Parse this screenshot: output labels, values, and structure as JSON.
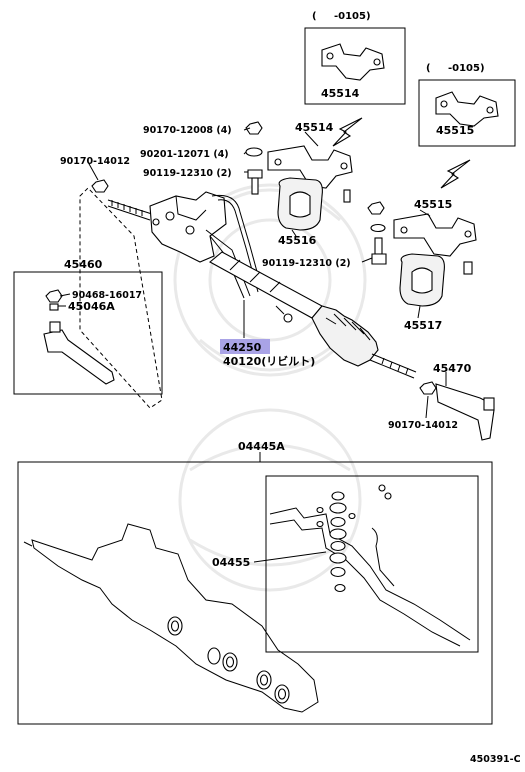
{
  "diagram": {
    "ref_code": "450391-C",
    "callouts": {
      "bracket_date_1": "(     -0105)",
      "bracket_date_2": "(     -0105)",
      "p45514_top": "45514",
      "p45515_top": "45515",
      "p45514": "45514",
      "p45515": "45515",
      "p45516": "45516",
      "p45517": "45517",
      "p90170_12008": "90170-12008 (4)",
      "p90201_12071": "90201-12071 (4)",
      "p90119_12310_a": "90119-12310 (2)",
      "p90119_12310_b": "90119-12310 (2)",
      "p90170_14012_a": "90170-14012",
      "p90170_14012_b": "90170-14012",
      "p45460": "45460",
      "p90468_16017": "90468-16017",
      "p45046A": "45046A",
      "p44250": "44250",
      "p40120": "40120(リビルト)",
      "p45470": "45470",
      "p04445A": "04445A",
      "p04455": "04455"
    },
    "highlight_color": "#a9a3e6"
  }
}
